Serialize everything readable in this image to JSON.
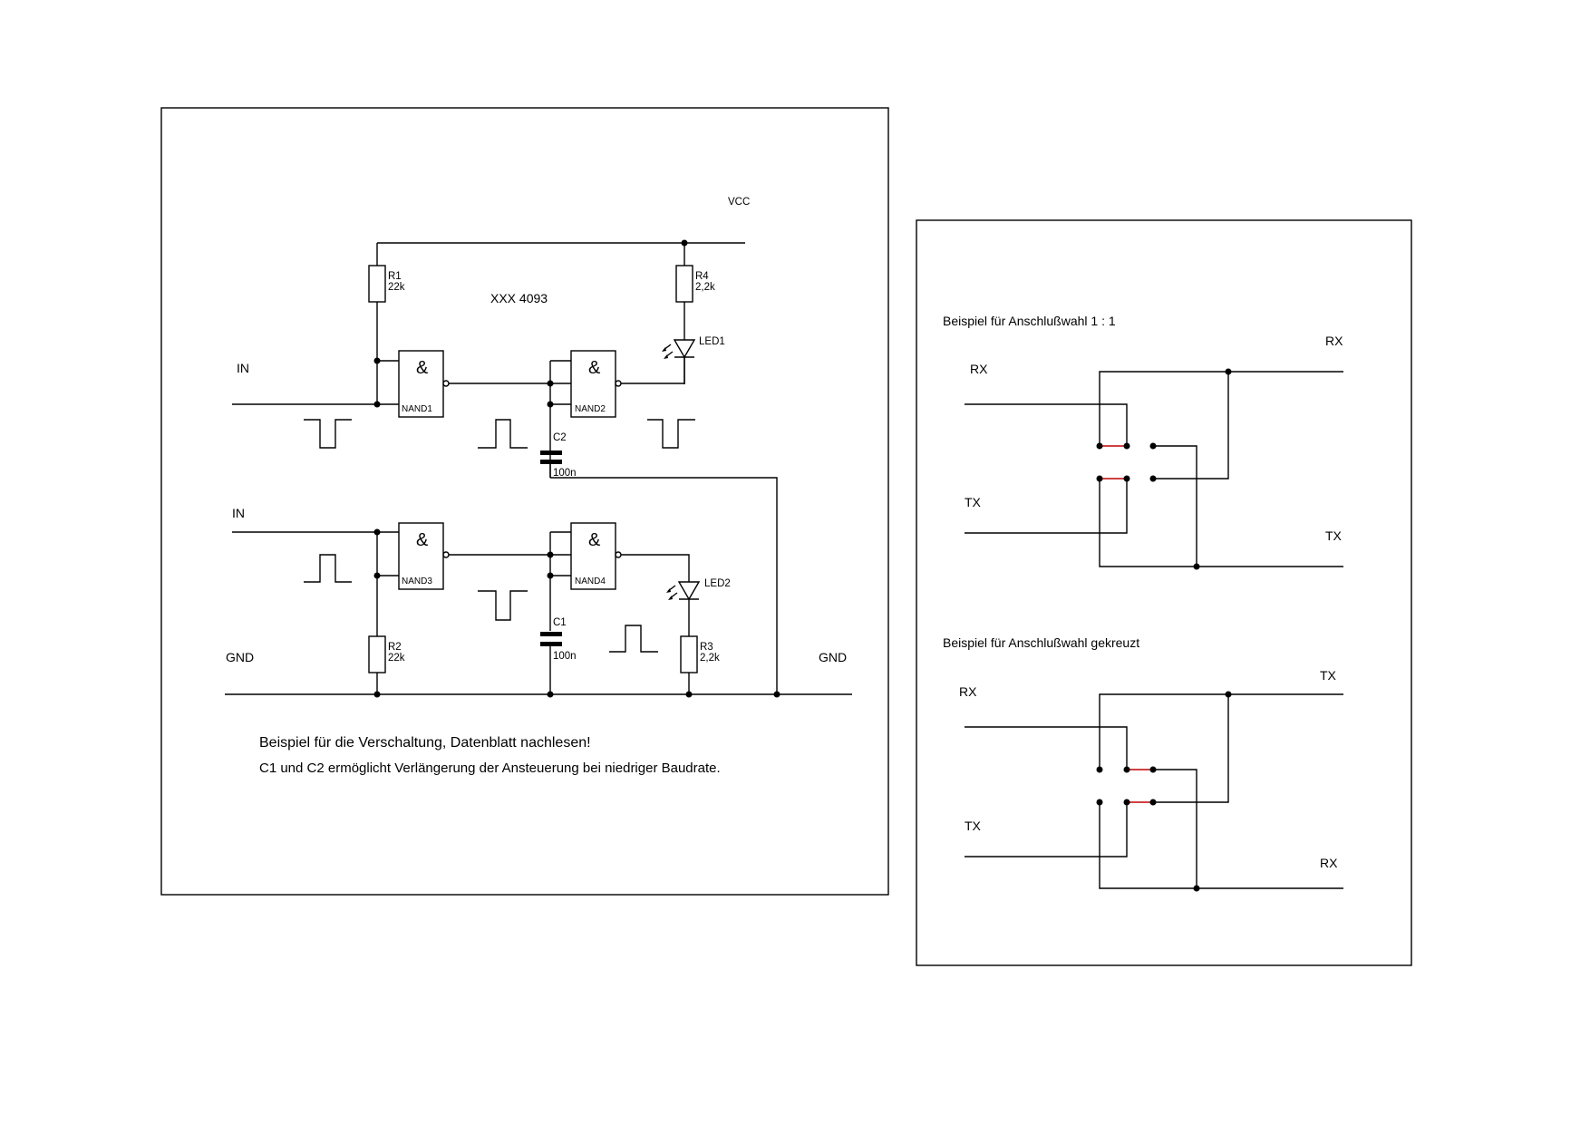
{
  "schematic": {
    "vcc": "VCC",
    "chip": "XXX 4093",
    "in_top": "IN",
    "in_bottom": "IN",
    "gnd_left": "GND",
    "gnd_right": "GND",
    "r1": {
      "name": "R1",
      "value": "22k"
    },
    "r2": {
      "name": "R2",
      "value": "22k"
    },
    "r3": {
      "name": "R3",
      "value": "2,2k"
    },
    "r4": {
      "name": "R4",
      "value": "2,2k"
    },
    "c1": {
      "name": "C1",
      "value": "100n"
    },
    "c2": {
      "name": "C2",
      "value": "100n"
    },
    "led1": "LED1",
    "led2": "LED2",
    "gate_symbol": "&",
    "nand1": "NAND1",
    "nand2": "NAND2",
    "nand3": "NAND3",
    "nand4": "NAND4",
    "note1": "Beispiel für die Verschaltung, Datenblatt nachlesen!",
    "note2": "C1 und C2 ermöglicht Verlängerung der Ansteuerung bei niedriger Baudrate."
  },
  "connection": {
    "straight": {
      "title": "Beispiel für Anschlußwahl 1 : 1",
      "left_top": "RX",
      "left_bottom": "TX",
      "right_top": "RX",
      "right_bottom": "TX"
    },
    "crossed": {
      "title": "Beispiel für Anschlußwahl gekreuzt",
      "left_top": "RX",
      "left_bottom": "TX",
      "right_top": "TX",
      "right_bottom": "RX"
    }
  },
  "colors": {
    "jumper": "#c00000",
    "ink": "#000000"
  }
}
